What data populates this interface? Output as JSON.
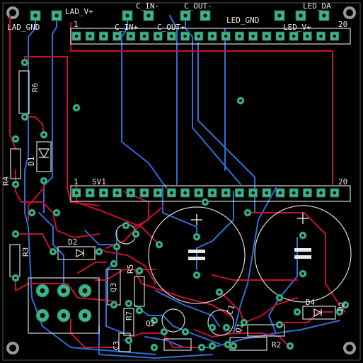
{
  "labels": {
    "lad_gnd": "LAD_GND",
    "lad_v": "LAD_V+",
    "c_in_top": "C_IN-",
    "c_out_top": "C_OUT-",
    "led_da": "LED_DA",
    "hdr_1": "1",
    "hdr_c_in": "C_IN+",
    "hdr_c_out": "C_OUT+",
    "hdr_led_gnd": "LED_GND",
    "hdr_led_v": "LED_V+",
    "hdr_20": "20",
    "r6": "R6",
    "r4": "R4",
    "d1": "D1",
    "sv1_1": "1",
    "sv1": "SV1",
    "sv1_20": "20",
    "r3": "R3",
    "d2": "D2",
    "q3": "Q3",
    "r5": "R5",
    "r7": "R7",
    "q2": "Q2",
    "c3": "C3",
    "c1": "C1",
    "q1": "Q1",
    "r2": "R2",
    "d4": "D4",
    "d2b": "D2"
  },
  "colors": {
    "top_copper": "#c8102e",
    "bottom_copper": "#2f6fd6",
    "pads": "#3cb38a",
    "silkscreen": "#d9d9d9"
  }
}
